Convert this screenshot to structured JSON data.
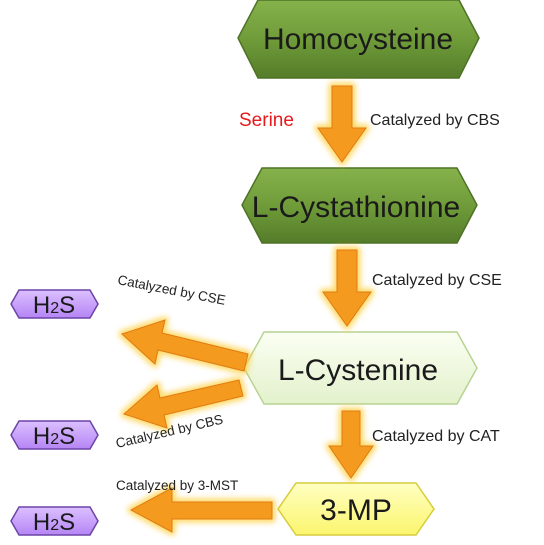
{
  "nodes": {
    "homocysteine": "Homocysteine",
    "cystathionine": "L-Cystathionine",
    "cysteine": "L-Cystenine",
    "mp": "3-MP",
    "h2s_top": {
      "main": "H",
      "sub": "2",
      "tail": "S"
    },
    "h2s_mid": {
      "main": "H",
      "sub": "2",
      "tail": "S"
    },
    "h2s_bottom": {
      "main": "H",
      "sub": "2",
      "tail": "S"
    }
  },
  "labels": {
    "serine": "Serine",
    "cbs_main": "Catalyzed by CBS",
    "cse_main": "Catalyzed by CSE",
    "cat_main": "Catalyzed by CAT",
    "cse_side": "Catalyzed by CSE",
    "cbs_side": "Catalyzed by CBS",
    "mst_side": "Catalyzed by 3-MST"
  },
  "colors": {
    "dark_green": "#6f9a3c",
    "light_green": "#eef7df",
    "yellow": "#ffff9a",
    "purple": "#c79cff",
    "arrow": "#f39a1f",
    "arrow_glow": "#ffd34d",
    "serine_red": "#e8191c"
  }
}
